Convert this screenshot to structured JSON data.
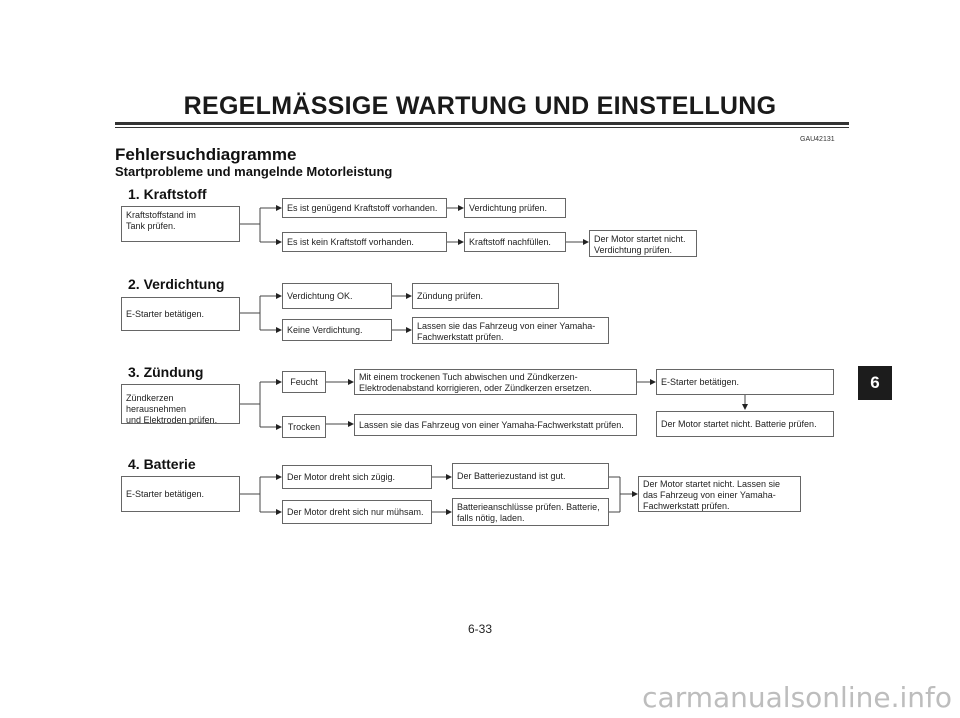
{
  "header": {
    "title": "REGELMÄSSIGE WARTUNG UND EINSTELLUNG"
  },
  "code": "GAU42131",
  "section": {
    "title": "Fehlersuchdiagramme",
    "subtitle": "Startprobleme und mangelnde Motorleistung"
  },
  "kraftstoff": {
    "heading": "1. Kraftstoff",
    "start": "Kraftstoffstand im\nTank prüfen.",
    "a": "Es ist genügend Kraftstoff vorhanden.",
    "a_result": "Verdichtung prüfen.",
    "b": "Es ist kein Kraftstoff vorhanden.",
    "b_result": "Kraftstoff nachfüllen.",
    "b_result2": "Der Motor startet nicht.\nVerdichtung prüfen."
  },
  "verdichtung": {
    "heading": "2. Verdichtung",
    "start": "E-Starter betätigen.",
    "a": "Verdichtung OK.",
    "a_result": "Zündung prüfen.",
    "b": "Keine Verdichtung.",
    "b_result": "Lassen sie das Fahrzeug von einer Yamaha-\nFachwerkstatt prüfen."
  },
  "zuendung": {
    "heading": "3. Zündung",
    "start": "Zündkerzen herausnehmen\nund Elektroden prüfen.",
    "a": "Feucht",
    "a_result": "Mit einem trockenen Tuch abwischen und Zündkerzen-\nElektrodenabstand korrigieren, oder Zündkerzen ersetzen.",
    "a_result2": "E-Starter betätigen.",
    "a_result3": "Der Motor startet nicht. Batterie prüfen.",
    "b": "Trocken",
    "b_result": "Lassen sie das Fahrzeug von einer Yamaha-Fachwerkstatt prüfen."
  },
  "batterie": {
    "heading": "4. Batterie",
    "start": "E-Starter betätigen.",
    "a": "Der Motor dreht sich zügig.",
    "a_result": "Der Batteriezustand ist gut.",
    "b": "Der Motor dreht sich nur mühsam.",
    "b_result": "Batterieanschlüsse prüfen. Batterie,\nfalls nötig, laden.",
    "final": "Der Motor startet nicht. Lassen sie\ndas Fahrzeug von einer Yamaha-\nFachwerkstatt prüfen."
  },
  "chapter_tab": "6",
  "page_number": "6-33",
  "watermark": "carmanualsonline.info"
}
